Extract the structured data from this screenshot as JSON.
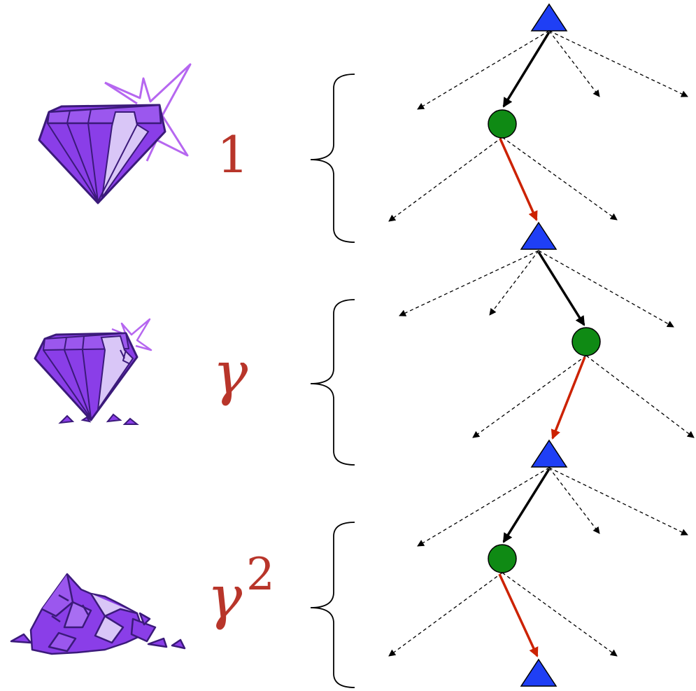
{
  "factors": [
    {
      "symbol": "1"
    },
    {
      "symbol": "γ"
    },
    {
      "symbol": "γ",
      "exponent": "2"
    }
  ],
  "gems": [
    {
      "state": "intact-sparkling"
    },
    {
      "state": "cracking"
    },
    {
      "state": "shattered"
    }
  ],
  "colors": {
    "gem_fill": "#8a3ee8",
    "gem_light": "#d9c6f7",
    "gem_outline": "#3b1a7a",
    "sparkle": "#b667f0",
    "factor_text": "#b8352a",
    "max_node": "#1f3ff5",
    "chance_node": "#0f8a14",
    "chosen_edge_max": "#000000",
    "chosen_edge_chance": "#cc2200",
    "unchosen_edge": "#000000"
  },
  "tree": {
    "levels": 3,
    "node_sequence": [
      "max",
      "chance",
      "max",
      "chance",
      "max",
      "chance",
      "max"
    ]
  }
}
